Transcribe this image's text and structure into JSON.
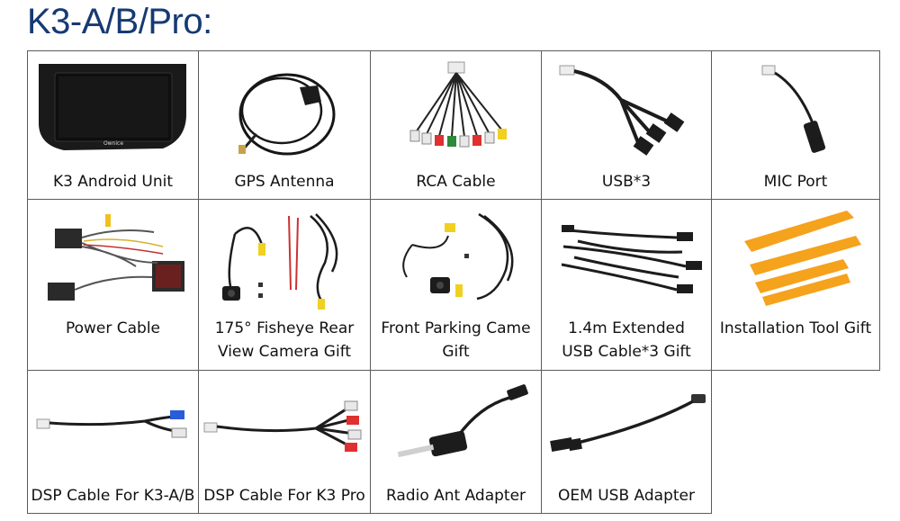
{
  "heading": "K3-A/B/Pro:",
  "items": [
    {
      "line1": "K3 Android Unit",
      "line2": "",
      "icon": "android-unit-icon",
      "brand": "Ownice"
    },
    {
      "line1": "GPS Antenna",
      "line2": "",
      "icon": "gps-antenna-icon"
    },
    {
      "line1": "RCA Cable",
      "line2": "",
      "icon": "rca-cable-icon"
    },
    {
      "line1": "USB*3",
      "line2": "",
      "icon": "usb-cable-icon"
    },
    {
      "line1": "MIC Port",
      "line2": "",
      "icon": "mic-port-icon"
    },
    {
      "line1": "Power Cable",
      "line2": "",
      "icon": "power-cable-icon"
    },
    {
      "line1": "175° Fisheye Rear",
      "line2": "View Camera Gift",
      "icon": "rear-camera-icon"
    },
    {
      "line1": "Front Parking Came",
      "line2": "Gift",
      "icon": "front-camera-icon"
    },
    {
      "line1": "1.4m Extended",
      "line2": "USB Cable*3 Gift",
      "icon": "extended-usb-icon"
    },
    {
      "line1": "Installation Tool Gift",
      "line2": "",
      "icon": "pry-tools-icon"
    },
    {
      "line1": "DSP Cable For K3-A/B",
      "line2": "",
      "icon": "dsp-cable-icon"
    },
    {
      "line1": "DSP Cable For K3 Pro",
      "line2": "",
      "icon": "dsp-pro-cable-icon"
    },
    {
      "line1": "Radio Ant Adapter",
      "line2": "",
      "icon": "radio-adapter-icon"
    },
    {
      "line1": "OEM USB Adapter",
      "line2": "",
      "icon": "oem-usb-icon"
    }
  ]
}
